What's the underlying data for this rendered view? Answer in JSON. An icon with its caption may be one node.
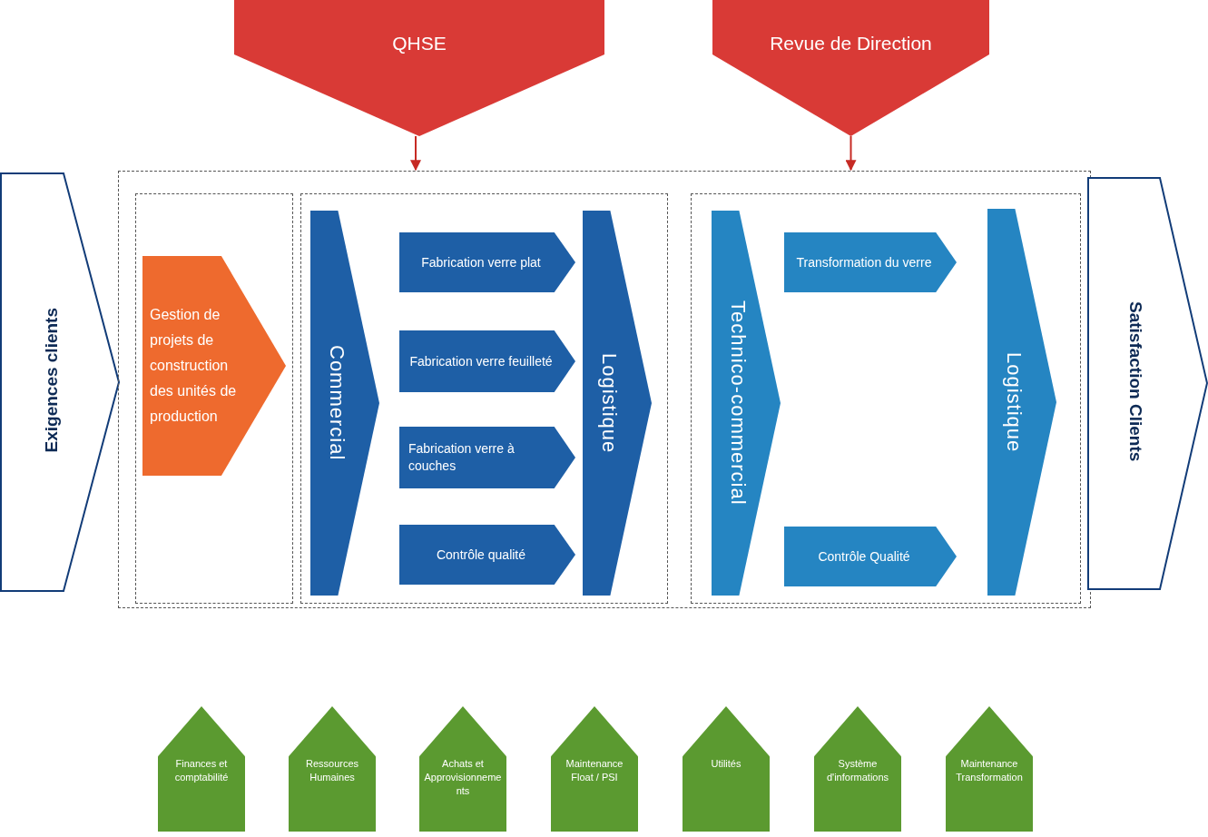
{
  "diagram": {
    "nodes": [
      {
        "text": [
          "Exigences clients"
        ]
      },
      {
        "text": [
          "QHSE"
        ]
      },
      {
        "text": [
          "Revue de Direction"
        ]
      },
      {
        "text": [],
        "shape": "box"
      },
      {
        "text": [],
        "shape": "box",
        "in": 3
      },
      {
        "text": [],
        "shape": "box",
        "in": 3
      },
      {
        "text": [],
        "shape": "box",
        "in": 3
      },
      {
        "text": [
          "Gestion de projets de construction des unités de production"
        ],
        "in": 4
      },
      {
        "text": [
          "Commercial"
        ],
        "in": 5
      },
      {
        "text": [
          "Fabrication verre plat"
        ],
        "in": 5
      },
      {
        "text": [
          "Fabrication verre feuilleté"
        ],
        "in": 5
      },
      {
        "text": [
          "Fabrication verre à couches"
        ],
        "in": 5
      },
      {
        "text": [
          "Contrôle qualité"
        ],
        "in": 5
      },
      {
        "text": [
          "Logistique"
        ],
        "in": 5
      },
      {
        "text": [
          "Technico-commercial"
        ],
        "in": 6
      },
      {
        "text": [
          "Transformation du verre"
        ],
        "in": 6
      },
      {
        "text": [
          "Contrôle Qualité"
        ],
        "in": 6
      },
      {
        "text": [
          "Logistique"
        ],
        "in": 6
      },
      {
        "text": [
          "Satisfaction Clients"
        ]
      },
      {
        "text": [
          "Finances et comptabilité"
        ]
      },
      {
        "text": [
          "Ressources Humaines"
        ]
      },
      {
        "text": [
          "Achats et Approvisionnements"
        ]
      },
      {
        "text": [
          "Maintenance Float / PSI"
        ]
      },
      {
        "text": [
          "Utilités"
        ]
      },
      {
        "text": [
          "Système d'informations"
        ]
      },
      {
        "text": [
          "Maintenance Transformation"
        ]
      }
    ],
    "edges": [
      {
        "from": 1,
        "to": 3,
        "arrow": "to"
      },
      {
        "from": 2,
        "to": 3,
        "arrow": "to"
      }
    ]
  }
}
